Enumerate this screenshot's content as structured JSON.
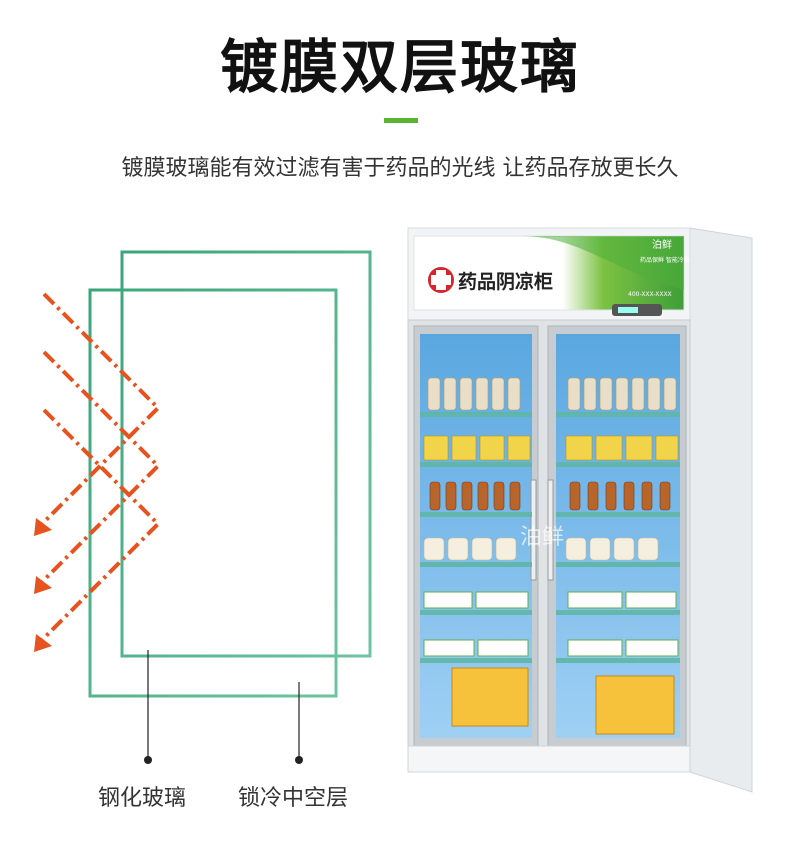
{
  "title": "镀膜双层玻璃",
  "subtitle": "镀膜玻璃能有效过滤有害于药品的光线  让药品存放更长久",
  "labels": {
    "tempered_glass": "钢化玻璃",
    "insulated_layer": "锁冷中空层"
  },
  "cabinet": {
    "sign_text": "药品阴凉柜",
    "brand": "泊鲜",
    "sign_small_line1": "药品保鲜  智能冷链",
    "sign_small_line2": "400-XXX-XXXX"
  },
  "colors": {
    "accent_green": "#5bb431",
    "frame_green": "#2f9e6f",
    "arrow_orange": "#e8521f",
    "cross_red": "#d9232d"
  }
}
